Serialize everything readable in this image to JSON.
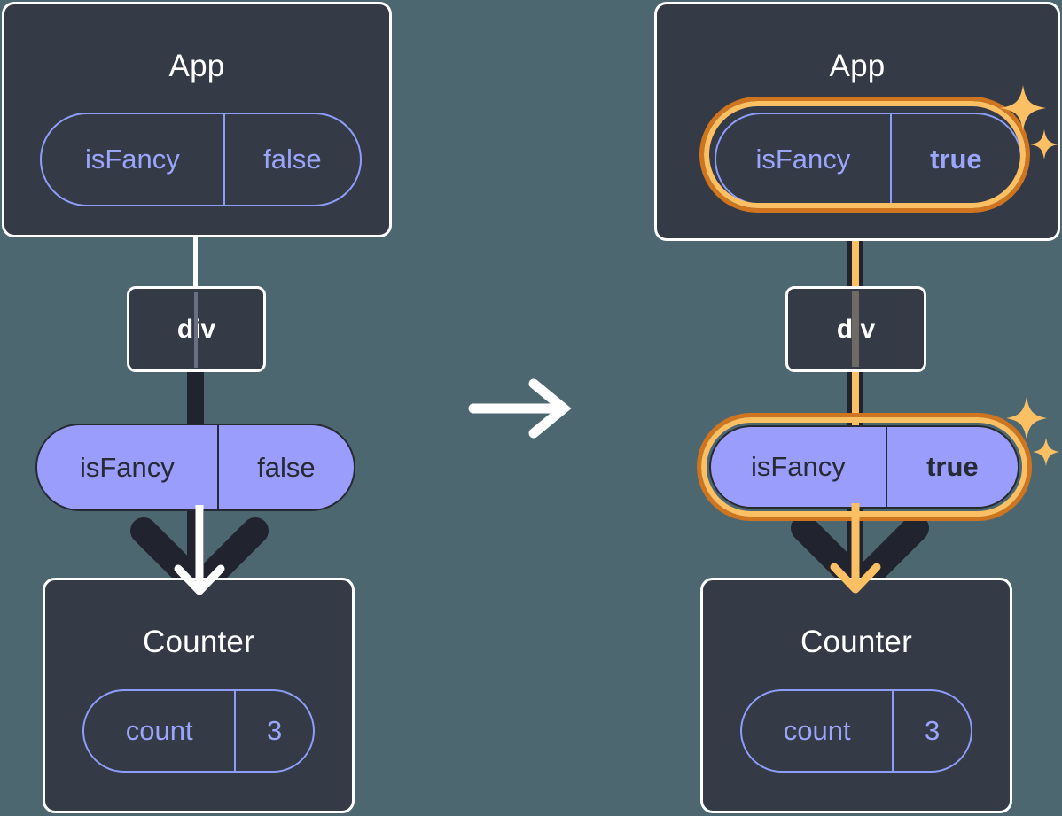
{
  "diagram": {
    "type": "react-state-tree",
    "background_color": "#4d6770",
    "transition_icon": "right-arrow-icon",
    "panels": [
      {
        "id": "before",
        "root": {
          "label": "App",
          "kind": "component"
        },
        "app_state": {
          "key": "isFancy",
          "value": "false",
          "highlighted": false
        },
        "child_node": {
          "label": "div",
          "kind": "host-element"
        },
        "prop": {
          "key": "isFancy",
          "value": "false",
          "highlighted": false
        },
        "leaf": {
          "label": "Counter",
          "kind": "component"
        },
        "leaf_state": {
          "key": "count",
          "value": "3",
          "highlighted": false
        },
        "arrow_color": "#ffffff",
        "wire_color": "#ffffff",
        "sparkles": false
      },
      {
        "id": "after",
        "root": {
          "label": "App",
          "kind": "component"
        },
        "app_state": {
          "key": "isFancy",
          "value": "true",
          "highlighted": true
        },
        "child_node": {
          "label": "div",
          "kind": "host-element"
        },
        "prop": {
          "key": "isFancy",
          "value": "true",
          "highlighted": true
        },
        "leaf": {
          "label": "Counter",
          "kind": "component"
        },
        "leaf_state": {
          "key": "count",
          "value": "3",
          "highlighted": false
        },
        "arrow_color": "#fbbf64",
        "wire_color": "#fbbf64",
        "sparkles": true
      }
    ],
    "colors": {
      "background": "#4d6770",
      "card": "#343a46",
      "card_border": "#ffffff",
      "pill_solid": "#9a9dfb",
      "pill_outline": "#8f9dfa",
      "text_dark": "#262a33",
      "highlight_outer": "#cf7520",
      "highlight_inner": "#fbbf64",
      "wire_dark": "#21242e"
    }
  }
}
